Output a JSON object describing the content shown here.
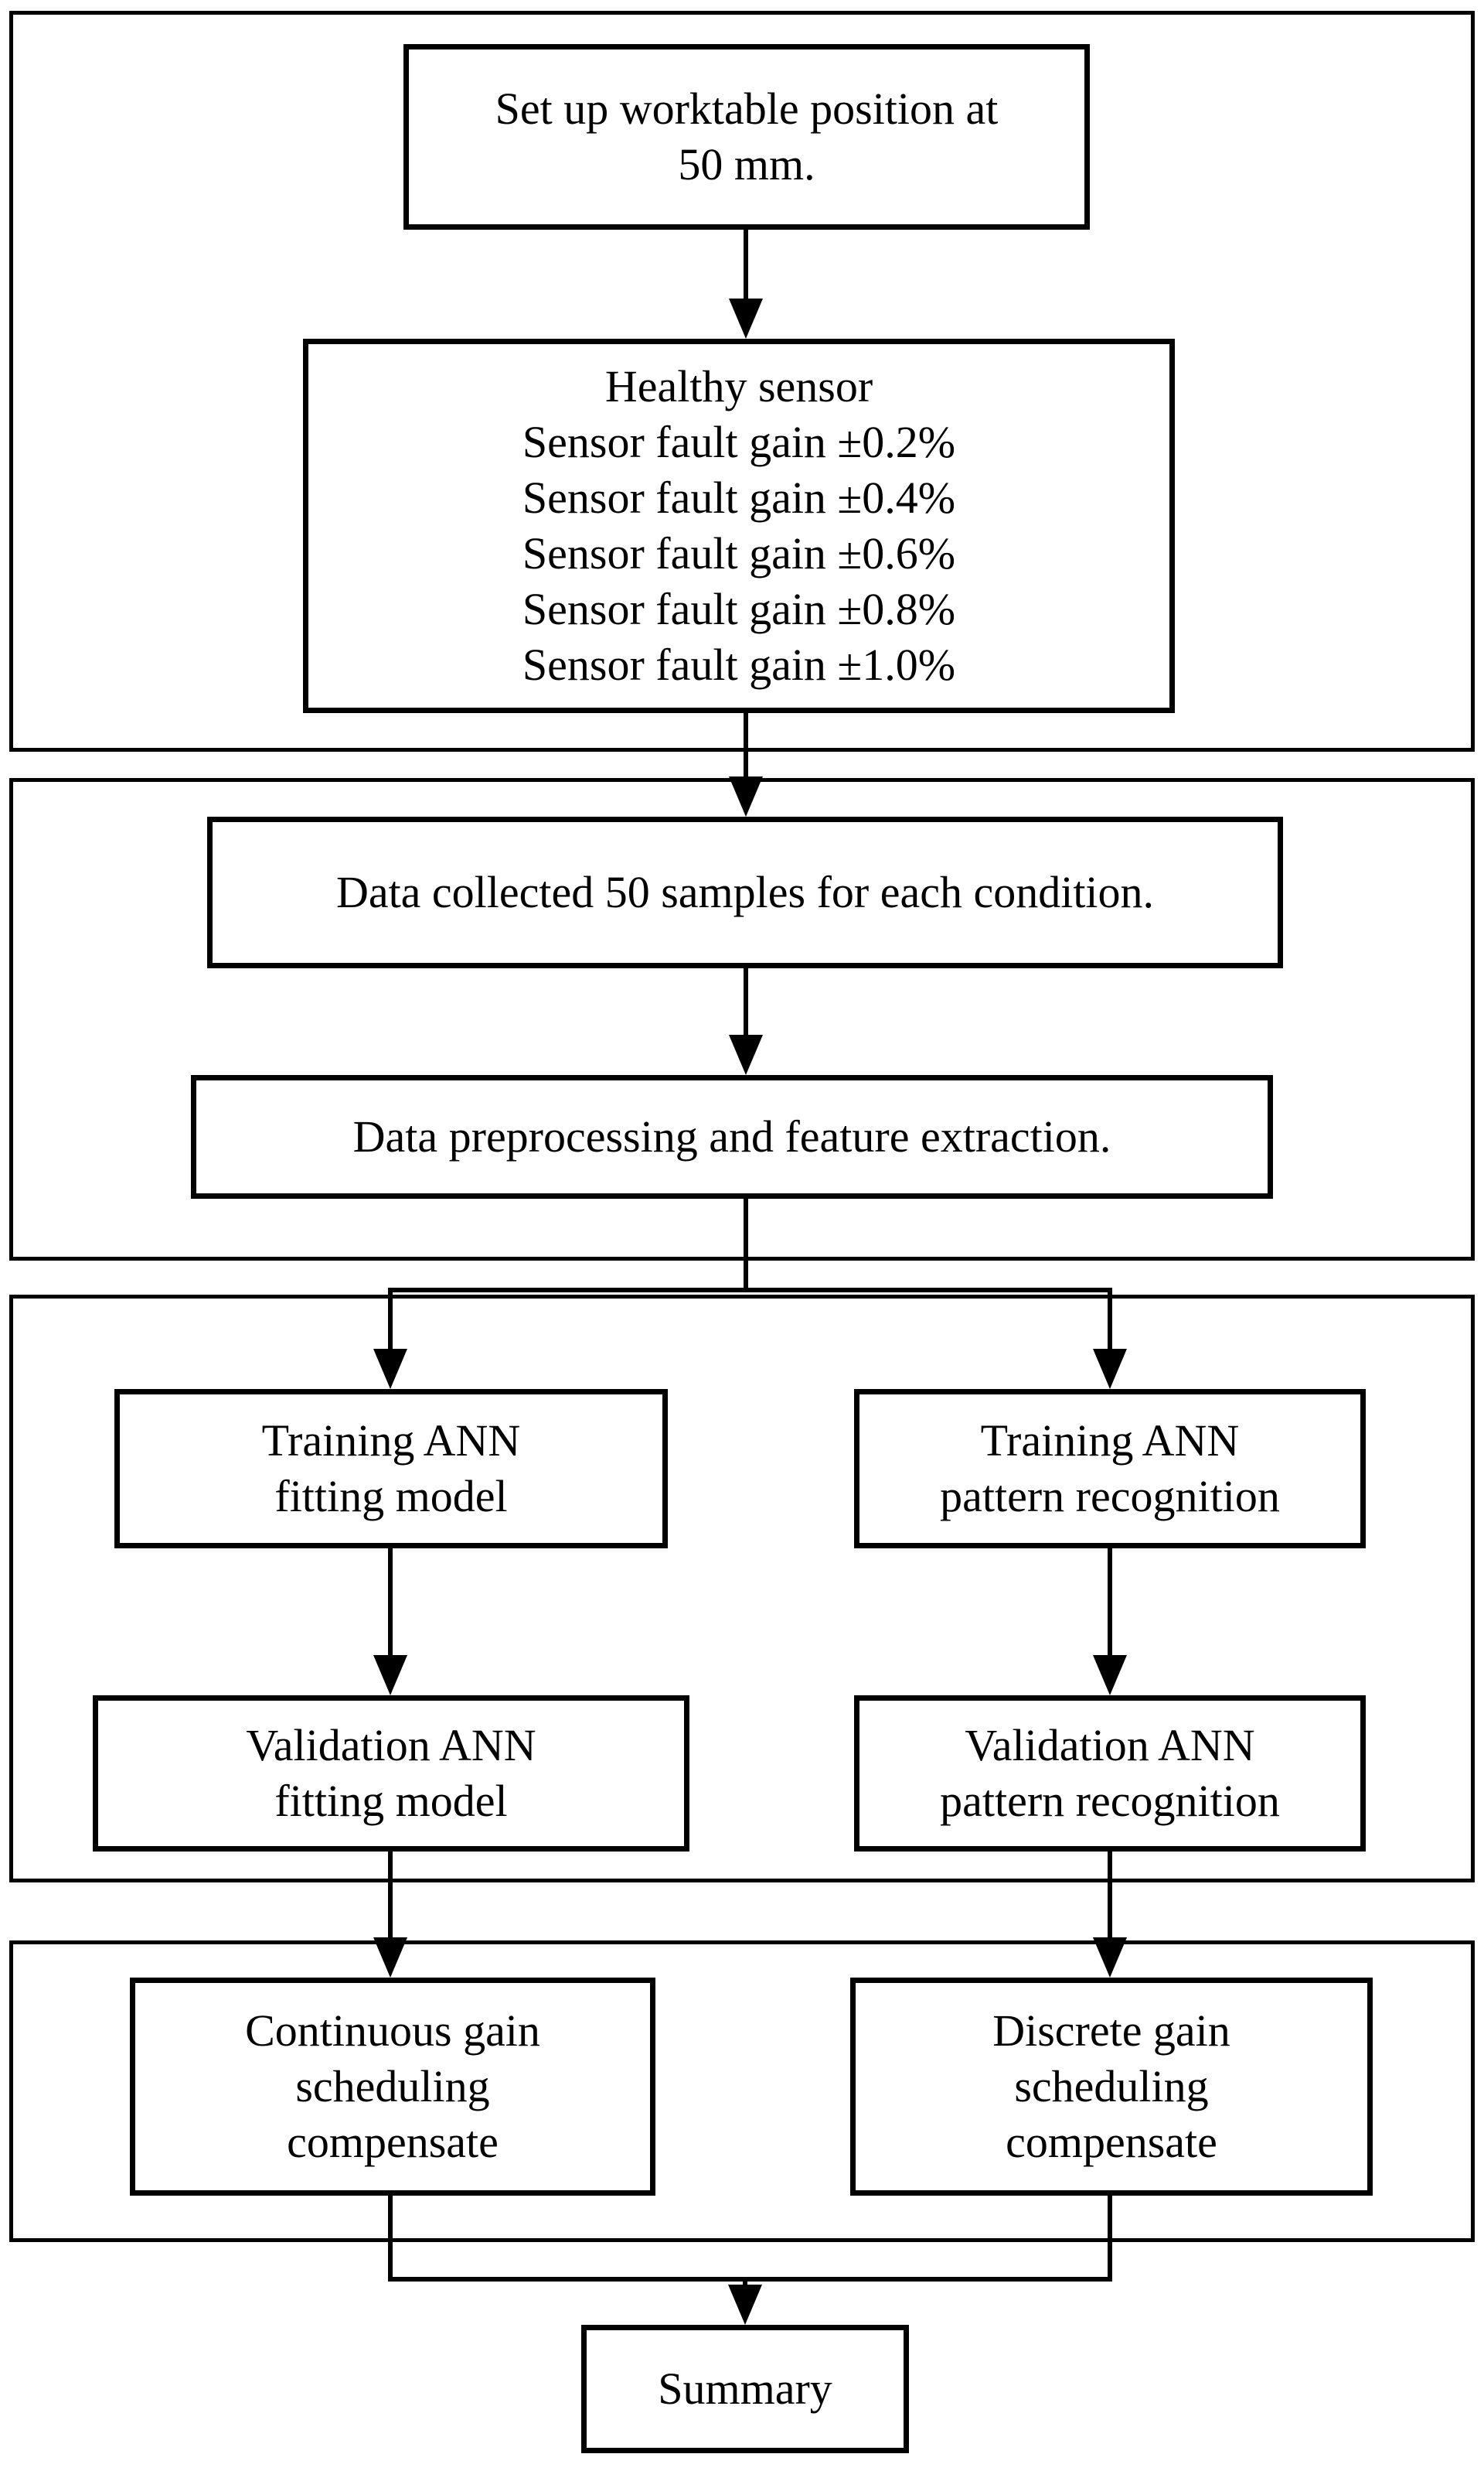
{
  "colors": {
    "line": "#000000",
    "background": "#ffffff"
  },
  "nodes": {
    "setup": {
      "lines": [
        "Set up worktable position at",
        "50 mm."
      ]
    },
    "conditions": {
      "lines": [
        "Healthy sensor",
        "Sensor fault gain ±0.2%",
        "Sensor fault gain ±0.4%",
        "Sensor fault gain ±0.6%",
        "Sensor fault gain ±0.8%",
        "Sensor fault gain ±1.0%"
      ]
    },
    "collect": {
      "lines": [
        "Data collected 50 samples for each condition."
      ]
    },
    "preprocess": {
      "lines": [
        "Data preprocessing and feature extraction."
      ]
    },
    "train_fit": {
      "lines": [
        "Training ANN",
        "fitting model"
      ]
    },
    "train_pattern": {
      "lines": [
        "Training ANN",
        "pattern recognition"
      ]
    },
    "validate_fit": {
      "lines": [
        "Validation ANN",
        "fitting model"
      ]
    },
    "validate_pattern": {
      "lines": [
        "Validation ANN",
        "pattern recognition"
      ]
    },
    "continuous_gain": {
      "lines": [
        "Continuous gain",
        "scheduling",
        "compensate"
      ]
    },
    "discrete_gain": {
      "lines": [
        "Discrete gain",
        "scheduling",
        "compensate"
      ]
    },
    "summary": {
      "lines": [
        "Summary"
      ]
    }
  }
}
